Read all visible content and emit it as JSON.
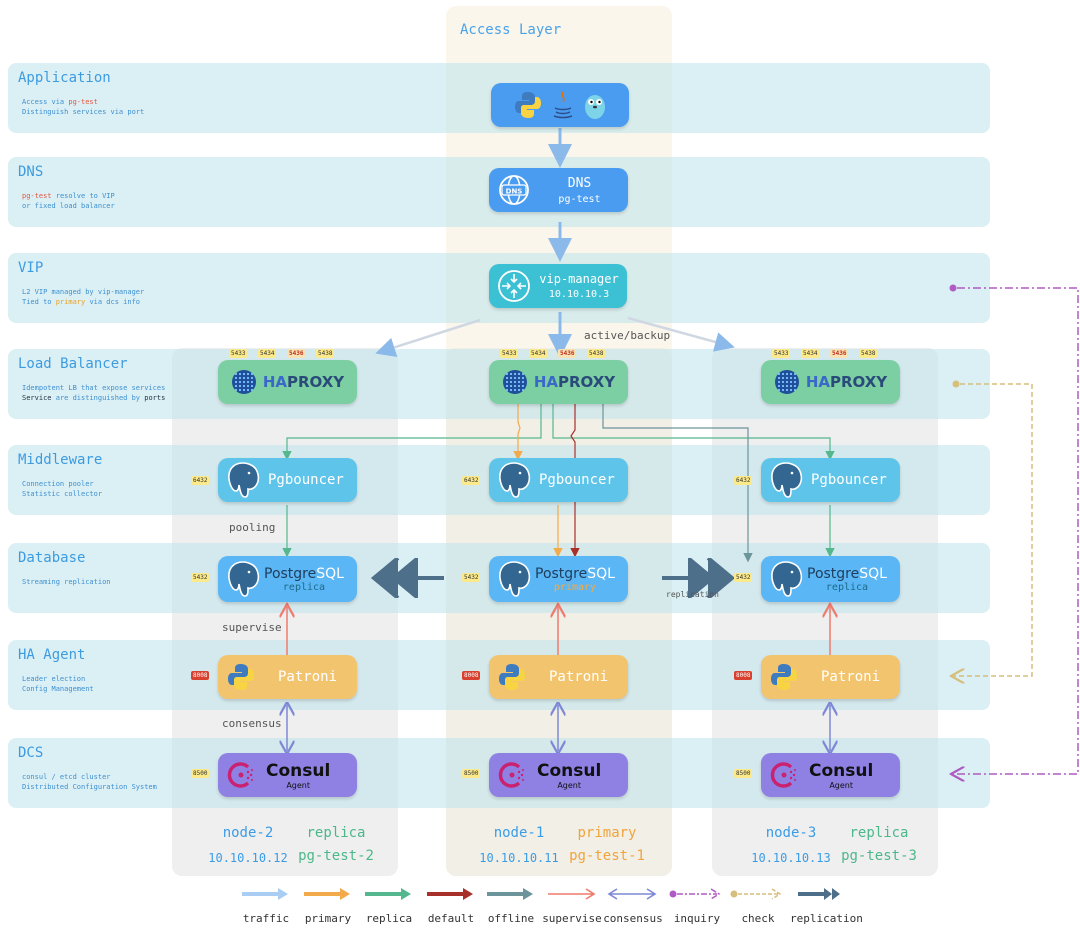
{
  "access_layer_title": "Access Layer",
  "layers": [
    {
      "title": "Application",
      "desc_parts": [
        [
          "Access via ",
          ""
        ],
        [
          "pg-test",
          "hl"
        ],
        [
          "\nDistinguish services via port",
          ""
        ]
      ]
    },
    {
      "title": "DNS",
      "desc_parts": [
        [
          "pg-test",
          "hl"
        ],
        [
          " resolve to VIP\nor fixed load balancer",
          ""
        ]
      ]
    },
    {
      "title": "VIP",
      "desc_parts": [
        [
          "L2 VIP managed by vip-manager\nTied to ",
          ""
        ],
        [
          "primary",
          "hlo"
        ],
        [
          " via dcs info",
          ""
        ]
      ]
    },
    {
      "title": "Load Balancer",
      "desc_parts": [
        [
          "Idempotent LB that expose services\n",
          ""
        ],
        [
          "Service",
          "dk"
        ],
        [
          " are distinguished by ",
          ""
        ],
        [
          "ports",
          "dk"
        ]
      ]
    },
    {
      "title": "Middleware",
      "desc_parts": [
        [
          "Connection pooler\nStatistic collector",
          ""
        ]
      ]
    },
    {
      "title": "Database",
      "desc_parts": [
        [
          "Streaming replication",
          ""
        ]
      ]
    },
    {
      "title": "HA Agent",
      "desc_parts": [
        [
          "Leader election\nConfig Management",
          ""
        ]
      ]
    },
    {
      "title": "DCS",
      "desc_parts": [
        [
          "consul / etcd cluster\nDistributed Configuration System",
          ""
        ]
      ]
    }
  ],
  "dns_box": {
    "title": "DNS",
    "subtitle": "pg-test"
  },
  "vip_box": {
    "title": "vip-manager",
    "subtitle": "10.10.10.3"
  },
  "active_backup_label": "active/backup",
  "haproxy_label": {
    "h": "HA",
    "rest": "PROXY"
  },
  "haproxy_ports": [
    "5433",
    "5434",
    "5436",
    "5438"
  ],
  "pgbouncer_label": "Pgbouncer",
  "pgbouncer_port": "6432",
  "postgres_label": {
    "pg": "Postgre",
    "sql": "SQL"
  },
  "postgres_port": "5432",
  "patroni_label": "Patroni",
  "patroni_port": "8008",
  "consul_label": "Consul",
  "consul_sub": "Agent",
  "consul_port": "8500",
  "side_labels": {
    "pooling": "pooling",
    "supervise": "supervise",
    "consensus": "consensus",
    "replication": "replication"
  },
  "nodes": [
    {
      "name": "node-2",
      "ip": "10.10.10.12",
      "role": "replica",
      "cluster": "pg-test-2",
      "pg_role": "replica"
    },
    {
      "name": "node-1",
      "ip": "10.10.10.11",
      "role": "primary",
      "cluster": "pg-test-1",
      "pg_role": "primary"
    },
    {
      "name": "node-3",
      "ip": "10.10.10.13",
      "role": "replica",
      "cluster": "pg-test-3",
      "pg_role": "replica"
    }
  ],
  "legend": [
    {
      "label": "traffic",
      "color": "#a9cdf3"
    },
    {
      "label": "primary",
      "color": "#f3aa4a"
    },
    {
      "label": "replica",
      "color": "#55b78d"
    },
    {
      "label": "default",
      "color": "#a8302a"
    },
    {
      "label": "offline",
      "color": "#6c949b"
    },
    {
      "label": "supervise",
      "color": "#f07a6c"
    },
    {
      "label": "consensus",
      "color": "#7f88d6"
    },
    {
      "label": "inquiry",
      "color": "#b05bc4"
    },
    {
      "label": "check",
      "color": "#d6be7c"
    },
    {
      "label": "replication",
      "color": "#4e6f8a"
    }
  ]
}
